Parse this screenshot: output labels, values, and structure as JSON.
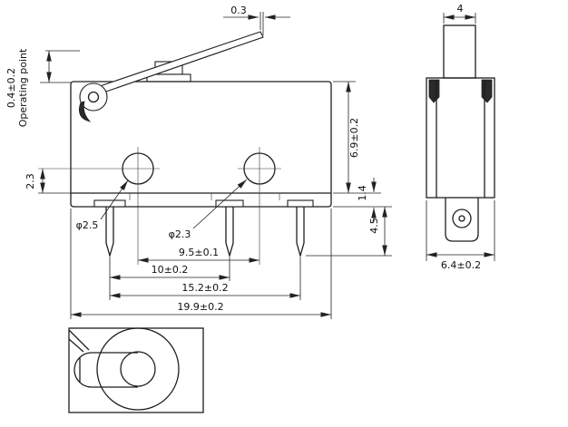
{
  "drawing": {
    "front": {
      "lever_thickness": "0.3",
      "operating_travel": "0.4±0.2",
      "operating_label": "Operating point",
      "hole_to_base": "2.3",
      "hole_left": "φ2.5",
      "hole_right": "φ2.3",
      "body_height": "6.9±0.2",
      "base_thickness": "1.4",
      "pin_length": "4.5",
      "hole_spacing": "9.5±0.1",
      "pin_pitch_inner": "10±0.2",
      "pin_pitch_outer": "15.2±0.2",
      "body_width": "19.9±0.2"
    },
    "side": {
      "button_width": "4",
      "body_depth": "6.4±0.2"
    }
  }
}
